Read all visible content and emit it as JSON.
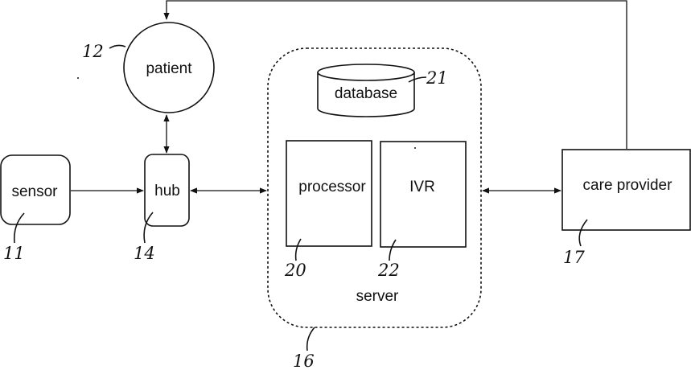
{
  "nodes": {
    "patient": "patient",
    "sensor": "sensor",
    "hub": "hub",
    "database": "database",
    "processor": "processor",
    "ivr": "IVR",
    "server": "server",
    "care_provider": "care provider"
  },
  "reference_numerals": {
    "sensor": "11",
    "patient": "12",
    "hub": "14",
    "server": "16",
    "care_provider": "17",
    "processor": "20",
    "database": "21",
    "ivr": "22"
  }
}
